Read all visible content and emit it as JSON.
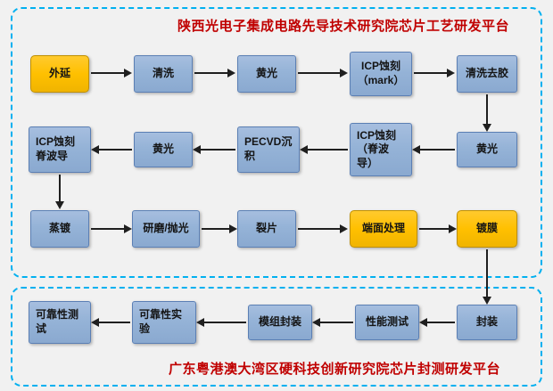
{
  "top_section": {
    "title": "陕西光电子集成电路先导技术研究院芯片工艺研发平台",
    "row1": {
      "epitaxy": "外延",
      "cleaning": "清洗",
      "lithography": "黄光",
      "icp_etch_mark": "ICP蚀刻\n（mark）",
      "clean_degum": "清洗去胶"
    },
    "row2": {
      "icp_etch_ridge2": "ICP蚀刻\n脊波导",
      "lithography3": "黄光",
      "pecvd": "PECVD沉\n积",
      "icp_etch_ridge": "ICP蚀刻\n（脊波\n导）",
      "lithography2": "黄光"
    },
    "row3": {
      "evaporation": "蒸镀",
      "grinding": "研磨/抛光",
      "cleaving": "裂片",
      "facet": "端面处理",
      "coating": "镀膜"
    }
  },
  "bottom_section": {
    "title": "广东粤港澳大湾区硬科技创新研究院芯片封测研发平台",
    "row4": {
      "reliability_test": "可靠性测\n试",
      "reliability_exp": "可靠性实\n验",
      "module_packaging": "模组封装",
      "performance_test": "性能测试",
      "packaging": "封装"
    }
  },
  "colors": {
    "node_blue": "#95B3D7",
    "node_blue_border": "#5B7FB4",
    "node_yellow": "#FFC000",
    "node_yellow_border": "#BF8F00",
    "panel_dash_border": "#00B0F0",
    "title_text": "#C00000",
    "arrow": "#1F1F1F",
    "background": "#F1F1F1"
  }
}
